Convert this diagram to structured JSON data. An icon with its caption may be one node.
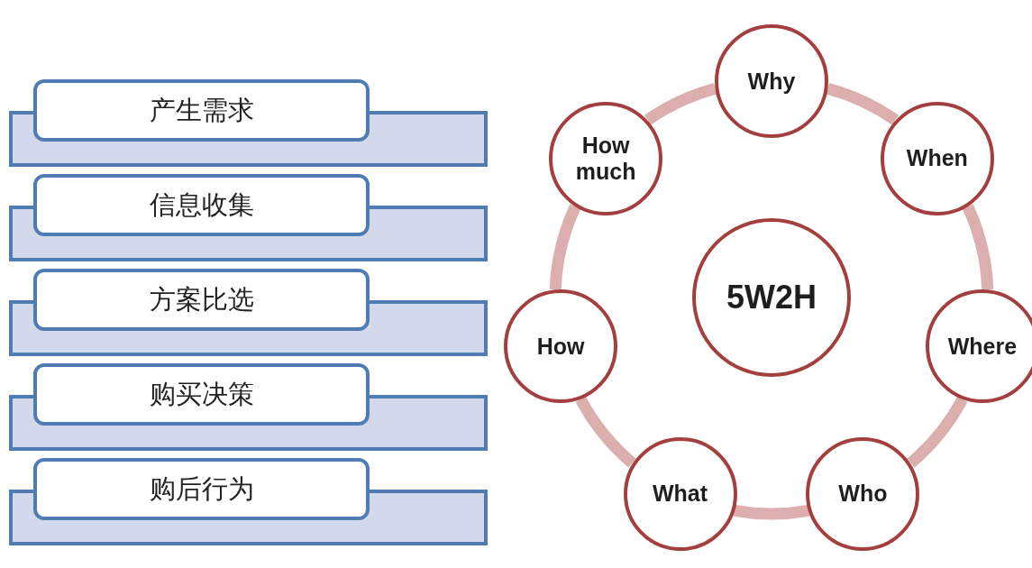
{
  "diagram": {
    "nodes": [
      {
        "text": [],
        "shape": "bar"
      },
      {
        "text": [
          "产生需求"
        ]
      },
      {
        "text": [],
        "shape": "bar"
      },
      {
        "text": [
          "信息收集"
        ]
      },
      {
        "text": [],
        "shape": "bar"
      },
      {
        "text": [
          "方案比选"
        ]
      },
      {
        "text": [],
        "shape": "bar"
      },
      {
        "text": [
          "购买决策"
        ]
      },
      {
        "text": [],
        "shape": "bar"
      },
      {
        "text": [
          "购后行为"
        ]
      },
      {
        "text": [
          "5W2H"
        ]
      },
      {
        "text": [
          "Why"
        ]
      },
      {
        "text": [
          "How much"
        ]
      },
      {
        "text": [
          "When"
        ]
      },
      {
        "text": [
          "How"
        ]
      },
      {
        "text": [
          "Where"
        ]
      },
      {
        "text": [
          "What"
        ]
      },
      {
        "text": [
          "Who"
        ]
      }
    ],
    "edges": [
      {
        "from": 11,
        "to": 13,
        "arrow": "none",
        "color": "#dcaeae"
      },
      {
        "from": 13,
        "to": 15,
        "arrow": "none",
        "color": "#dcaeae"
      },
      {
        "from": 15,
        "to": 17,
        "arrow": "none",
        "color": "#dcaeae"
      },
      {
        "from": 17,
        "to": 16,
        "arrow": "none",
        "color": "#dcaeae"
      },
      {
        "from": 16,
        "to": 14,
        "arrow": "none",
        "color": "#dcaeae"
      },
      {
        "from": 14,
        "to": 12,
        "arrow": "none",
        "color": "#dcaeae"
      },
      {
        "from": 12,
        "to": 11,
        "arrow": "none",
        "color": "#dcaeae"
      }
    ]
  }
}
